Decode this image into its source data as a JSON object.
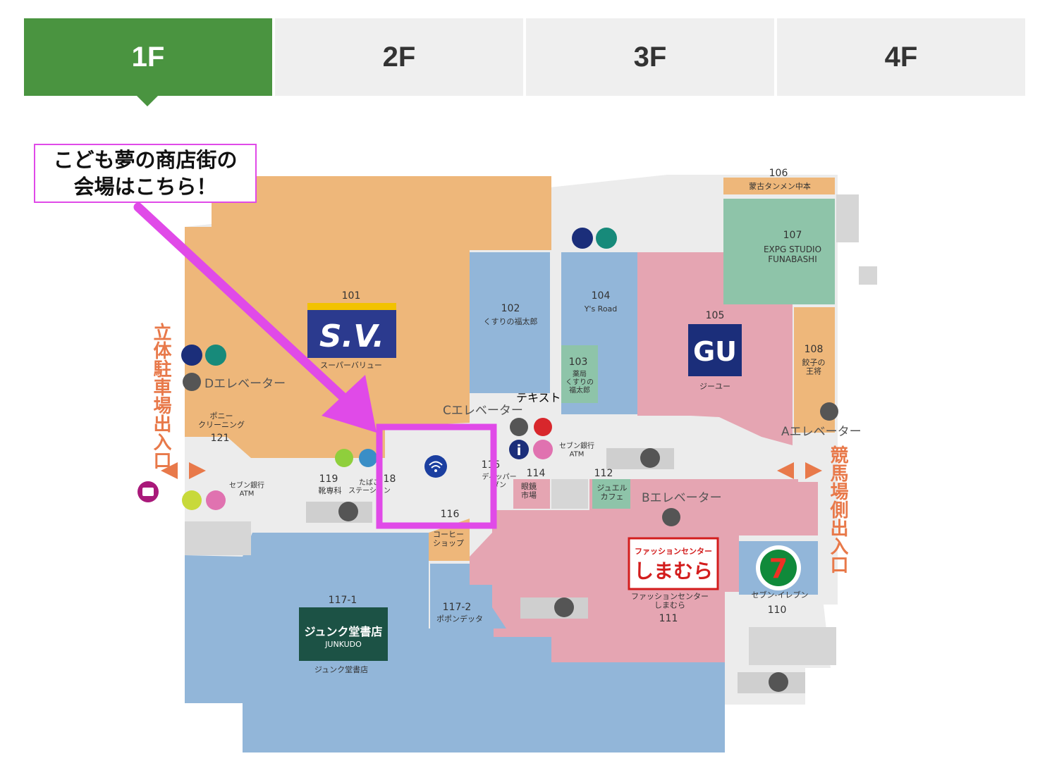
{
  "tabs": [
    {
      "label": "1F",
      "active": true
    },
    {
      "label": "2F",
      "active": false
    },
    {
      "label": "3F",
      "active": false
    },
    {
      "label": "4F",
      "active": false
    }
  ],
  "callout": {
    "text": "こども夢の商店街の\n会場はこちら！"
  },
  "colors": {
    "accent": "#4a9440",
    "highlight": "#e04ae8",
    "orange": "#eeb77a",
    "blue": "#92b6d9",
    "pink": "#e5a5b2",
    "green": "#8ec4a9",
    "corridor": "#ececec"
  },
  "map": {
    "shops": {
      "s101": {
        "number": "101",
        "name": "スーパーバリュー",
        "logo": "S.V."
      },
      "s102": {
        "number": "102",
        "name": "くすりの福太郎"
      },
      "s103": {
        "number": "103",
        "name": "薬局\nくすりの\n福太郎"
      },
      "s104": {
        "number": "104",
        "name": "Y's Road"
      },
      "s105": {
        "number": "105",
        "name": "ジーユー",
        "logo": "GU"
      },
      "s106": {
        "number": "106",
        "name": "蒙古タンメン中本"
      },
      "s107": {
        "number": "107",
        "name": "EXPG STUDIO\nFUNABASHI"
      },
      "s108": {
        "number": "108",
        "name": "餃子の\n王将"
      },
      "s110": {
        "number": "110",
        "name": "セブン-イレブン",
        "logo": "7"
      },
      "s111": {
        "number": "111",
        "name": "ファッションセンター\nしまむら",
        "logo_top": "ファッションセンター",
        "logo_main": "しまむら"
      },
      "s112": {
        "number": "112",
        "name": "ジュエル\nカフェ"
      },
      "s114": {
        "number": "114",
        "name": "眼鏡\n市場"
      },
      "s115": {
        "number": "115",
        "name": "ディッパー\nダン"
      },
      "s116": {
        "number": "116",
        "name": "コーヒー\nショップ"
      },
      "s117_1": {
        "number": "117-1",
        "name": "ジュンク堂書店",
        "logo_main": "ジュンク堂書店",
        "logo_sub": "JUNKUDO"
      },
      "s117_2": {
        "number": "117-2",
        "name": "ポポンデッタ"
      },
      "s118": {
        "number": "118",
        "name": "たばこ\nステーション"
      },
      "s119": {
        "number": "119",
        "name": "靴専科"
      },
      "s121": {
        "number": "121",
        "name": "ポニー\nクリーニング"
      }
    },
    "elevators": {
      "a": "Aエレベーター",
      "b": "Bエレベーター",
      "c": "Cエレベーター",
      "d": "Dエレベーター"
    },
    "atm1": "セブン銀行\nATM",
    "atm2": "セブン銀行\nATM",
    "text_label": "テキスト",
    "parking_exit": "立体駐車場出入口",
    "race_exit": "競馬場側出入口"
  }
}
